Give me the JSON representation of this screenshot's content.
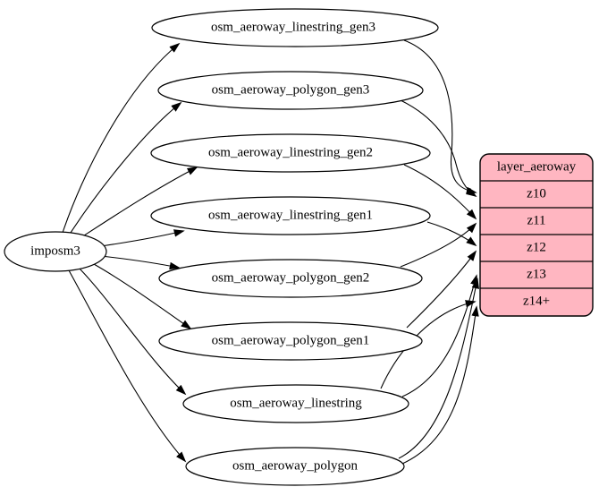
{
  "diagram": {
    "source": {
      "id": "imposm3",
      "label": "imposm3"
    },
    "nodes": [
      {
        "id": "osm_aeroway_linestring_gen3",
        "label": "osm_aeroway_linestring_gen3"
      },
      {
        "id": "osm_aeroway_polygon_gen3",
        "label": "osm_aeroway_polygon_gen3"
      },
      {
        "id": "osm_aeroway_linestring_gen2",
        "label": "osm_aeroway_linestring_gen2"
      },
      {
        "id": "osm_aeroway_linestring_gen1",
        "label": "osm_aeroway_linestring_gen1"
      },
      {
        "id": "osm_aeroway_polygon_gen2",
        "label": "osm_aeroway_polygon_gen2"
      },
      {
        "id": "osm_aeroway_polygon_gen1",
        "label": "osm_aeroway_polygon_gen1"
      },
      {
        "id": "osm_aeroway_linestring",
        "label": "osm_aeroway_linestring"
      },
      {
        "id": "osm_aeroway_polygon",
        "label": "osm_aeroway_polygon"
      }
    ],
    "table": {
      "id": "layer_aeroway",
      "title": "layer_aeroway",
      "rows": [
        "z10",
        "z11",
        "z12",
        "z13",
        "z14+"
      ]
    },
    "edges": {
      "from_source": [
        "osm_aeroway_linestring_gen3",
        "osm_aeroway_polygon_gen3",
        "osm_aeroway_linestring_gen2",
        "osm_aeroway_linestring_gen1",
        "osm_aeroway_polygon_gen2",
        "osm_aeroway_polygon_gen1",
        "osm_aeroway_linestring",
        "osm_aeroway_polygon"
      ],
      "to_table": [
        {
          "from": "osm_aeroway_linestring_gen3",
          "to": "z10"
        },
        {
          "from": "osm_aeroway_polygon_gen3",
          "to": "z10"
        },
        {
          "from": "osm_aeroway_linestring_gen2",
          "to": "z11"
        },
        {
          "from": "osm_aeroway_polygon_gen2",
          "to": "z11"
        },
        {
          "from": "osm_aeroway_linestring_gen1",
          "to": "z12"
        },
        {
          "from": "osm_aeroway_polygon_gen1",
          "to": "z12"
        },
        {
          "from": "osm_aeroway_linestring",
          "to": "z13"
        },
        {
          "from": "osm_aeroway_linestring",
          "to": "z14+"
        },
        {
          "from": "osm_aeroway_polygon",
          "to": "z13"
        },
        {
          "from": "osm_aeroway_polygon",
          "to": "z14+"
        }
      ]
    },
    "colors": {
      "table_fill": "#ffb6c1",
      "node_fill": "#ffffff",
      "stroke": "#000000",
      "background": "#ffffff"
    }
  }
}
